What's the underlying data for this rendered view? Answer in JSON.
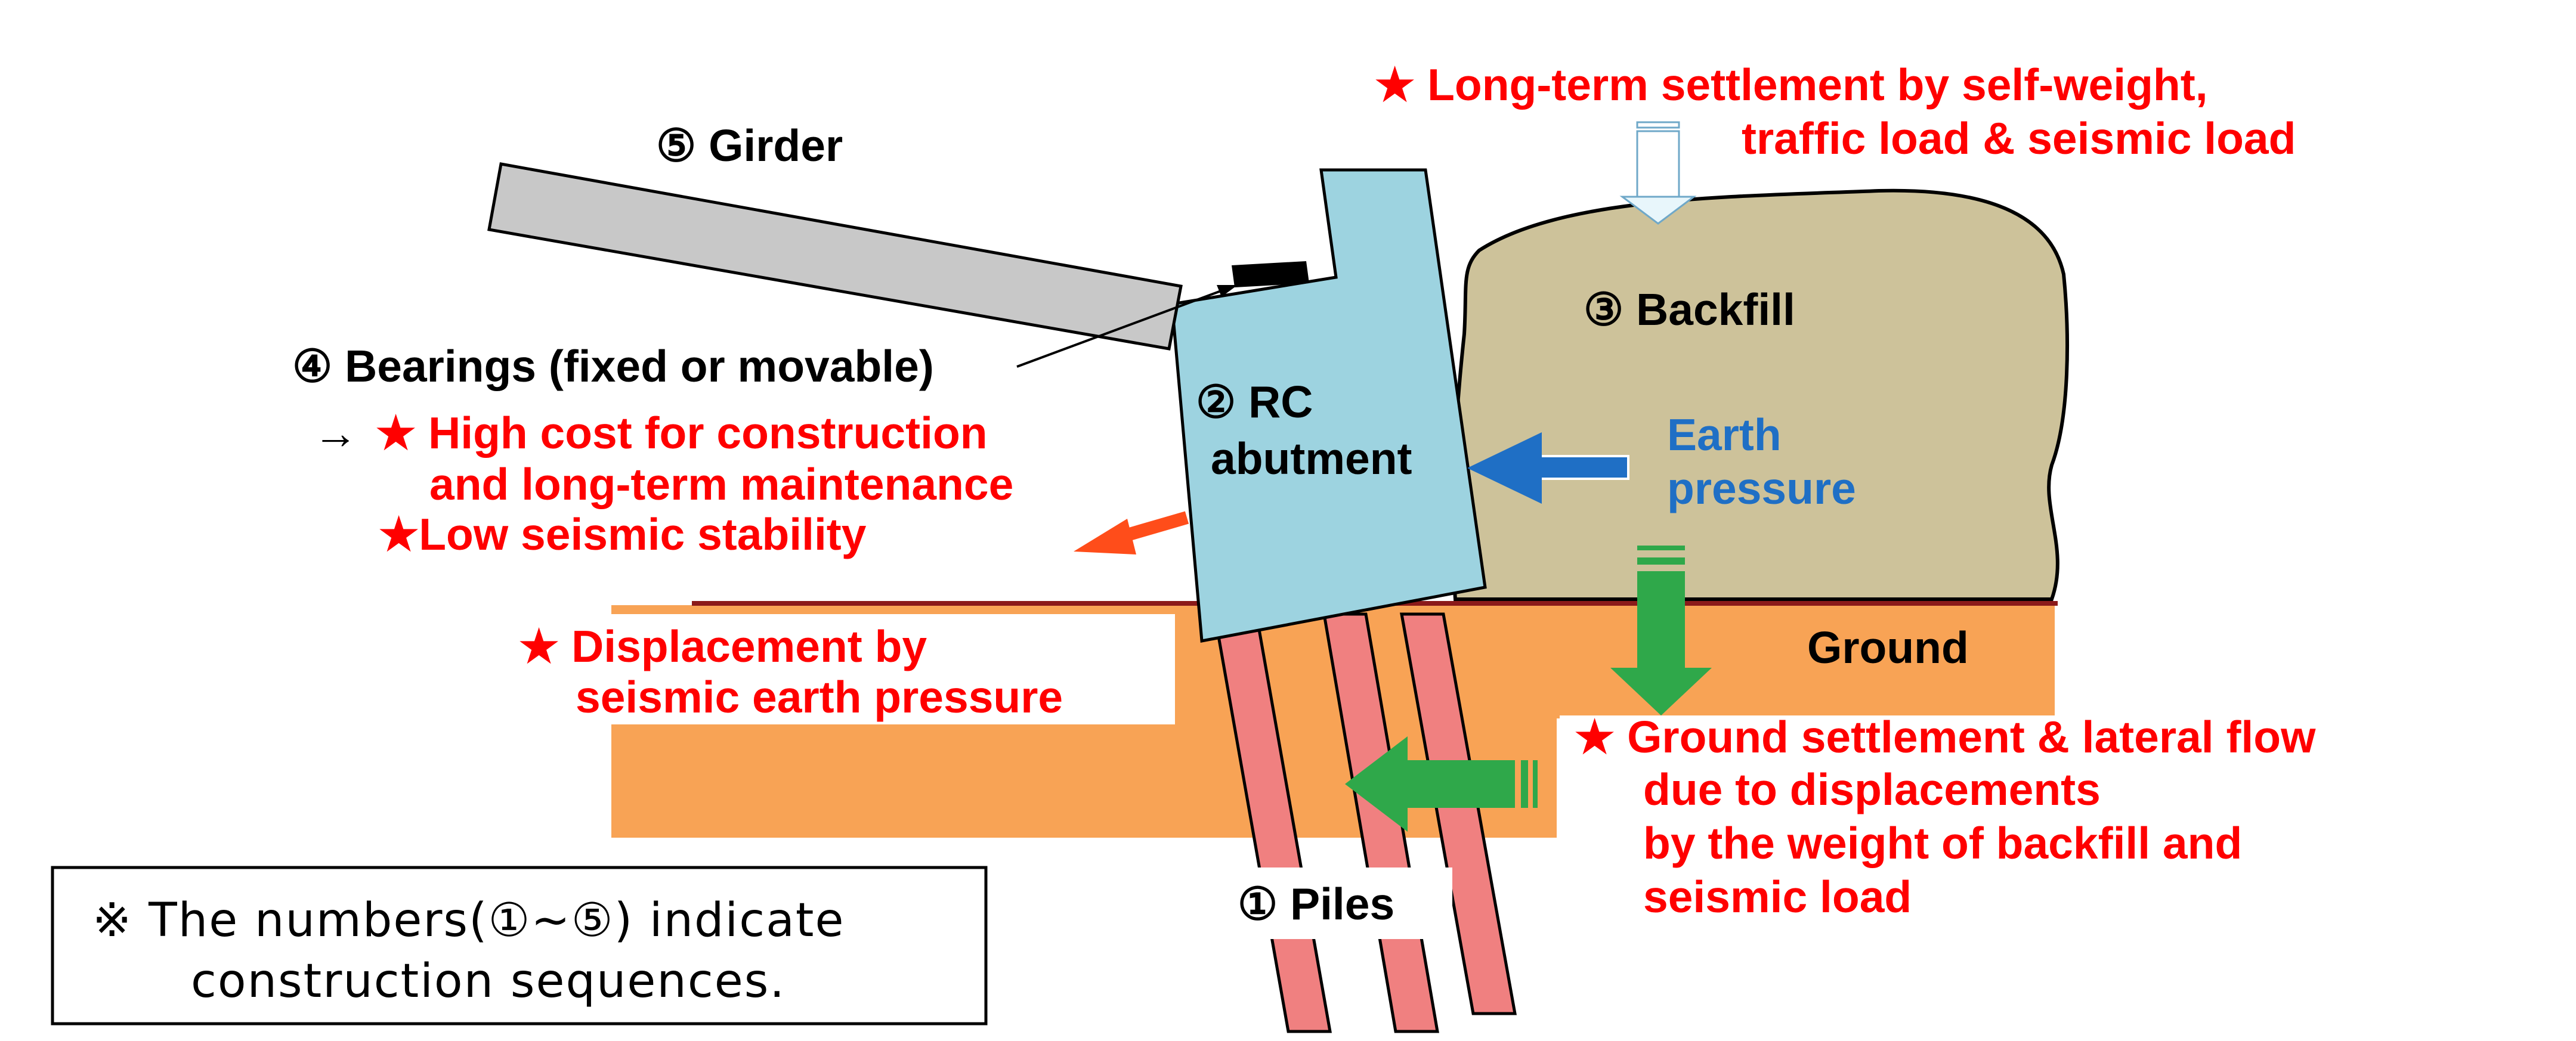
{
  "diagram": {
    "girder_label": "⑤ Girder",
    "bearings_label": "④ Bearings (fixed or movable)",
    "bearings_issue_arrow": "→",
    "bearings_issue_line1": "★ High cost for construction",
    "bearings_issue_line2": "and long-term maintenance",
    "stability_issue": "★Low seismic stability",
    "abutment_label_line1": "② RC",
    "abutment_label_line2": "abutment",
    "backfill_label": "③ Backfill",
    "earth_pressure_line1": "Earth",
    "earth_pressure_line2": "pressure",
    "ground_label": "Ground",
    "piles_label": "① Piles",
    "settlement_line1": "★ Long-term settlement by self-weight,",
    "settlement_line2": "traffic load & seismic load",
    "displacement_line1": "★ Displacement by",
    "displacement_line2": "seismic earth  pressure",
    "lateral_line1": "★ Ground settlement & lateral flow",
    "lateral_line2": "due to displacements",
    "lateral_line3": "by the weight of backfill and",
    "lateral_line4": "seismic load",
    "note_line1": "※ The numbers(①~⑤) indicate",
    "note_line2": "construction sequences."
  },
  "colors": {
    "girder": "#c8c8c8",
    "abutment": "#9dd3e0",
    "backfill": "#cdc29a",
    "ground": "#f8a355",
    "piles": "#f08080",
    "earth_pressure_arrow": "#1f6fc5",
    "settlement_arrow": "#2fa84a",
    "issue_arrow": "#ff4d1a",
    "issue_text": "#ff0000"
  }
}
